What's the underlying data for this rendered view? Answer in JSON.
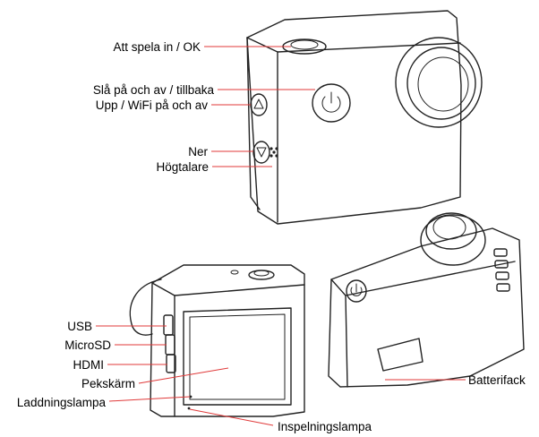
{
  "labels": {
    "record_ok": "Att spela in / OK",
    "power_back": "Slå på och av / tillbaka",
    "up_wifi": "Upp / WiFi på och av",
    "down": "Ner",
    "speaker": "Högtalare",
    "usb": "USB",
    "microsd": "MicroSD",
    "hdmi": "HDMI",
    "touchscreen": "Pekskärm",
    "charging_light": "Laddningslampa",
    "recording_light": "Inspelningslampa",
    "battery_compartment": "Batterifack"
  },
  "colors": {
    "leader_line": "#e03a3a",
    "outline": "#222222"
  }
}
